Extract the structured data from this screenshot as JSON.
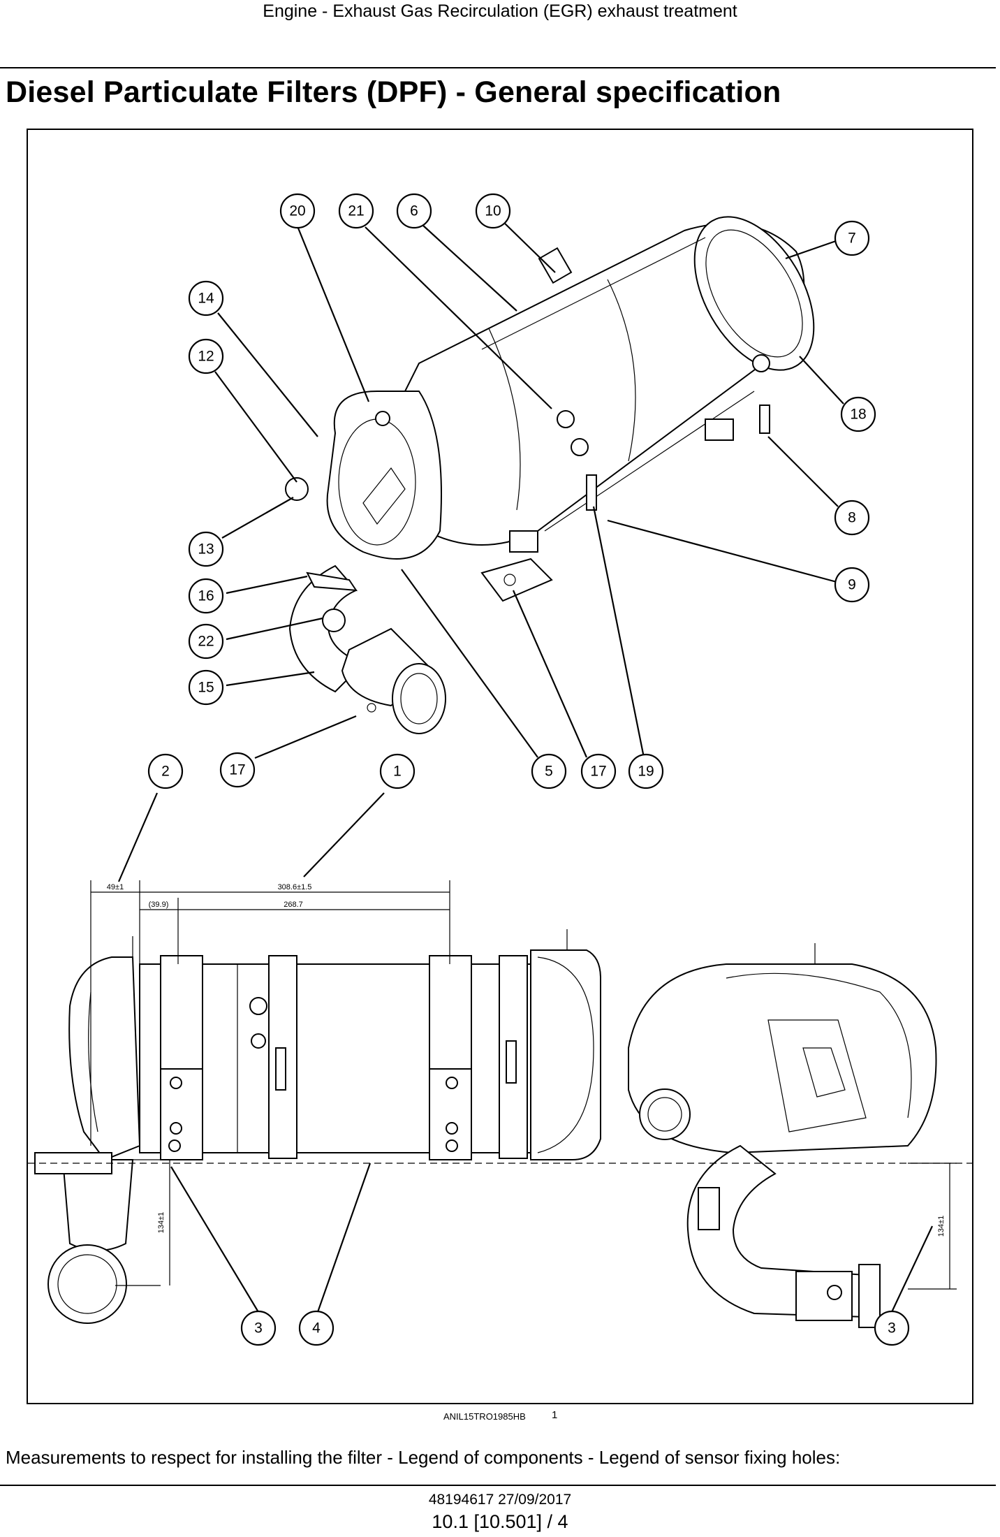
{
  "header": {
    "section_title": "Engine - Exhaust Gas Recirculation (EGR) exhaust treatment"
  },
  "document": {
    "title": "Diesel Particulate Filters (DPF) - General specification"
  },
  "figure": {
    "reference_code": "ANIL15TRO1985HB",
    "figure_number": "1",
    "callouts_top": [
      "20",
      "21",
      "6",
      "10",
      "7",
      "14",
      "12",
      "18",
      "8",
      "13",
      "9",
      "16",
      "22",
      "15",
      "2",
      "17",
      "1",
      "5",
      "17",
      "19"
    ],
    "callouts_bottom": [
      "3",
      "4",
      "3"
    ],
    "dimensions": {
      "d1": "49±1",
      "d2": "308.6±1.5",
      "d3": "(39.9)",
      "d4": "268.7",
      "d5": "134±1",
      "d6": "134±1"
    }
  },
  "caption": "Measurements to respect for installing the filter - Legend of components - Legend of sensor fixing holes:",
  "footer": {
    "doc_code": "48194617 27/09/2017",
    "page": "10.1 [10.501] / 4"
  }
}
